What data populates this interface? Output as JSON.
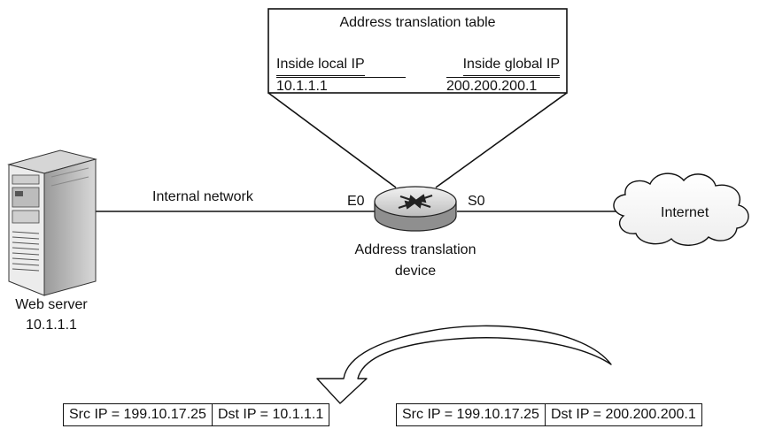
{
  "table": {
    "title": "Address translation table",
    "col_local": "Inside local IP",
    "col_global": "Inside global IP",
    "row_local": "10.1.1.1",
    "row_global": "200.200.200.1"
  },
  "labels": {
    "internal_network": "Internal network",
    "e0": "E0",
    "s0": "S0",
    "device_line1": "Address translation",
    "device_line2": "device",
    "server_name": "Web server",
    "server_ip": "10.1.1.1",
    "cloud": "Internet"
  },
  "packets": {
    "translated": {
      "src": "Src IP = 199.10.17.25",
      "dst": "Dst IP = 10.1.1.1"
    },
    "original": {
      "src": "Src IP = 199.10.17.25",
      "dst": "Dst IP = 200.200.200.1"
    }
  },
  "icons": [
    "server-icon",
    "router-icon",
    "cloud-icon",
    "curved-arrow-icon"
  ]
}
